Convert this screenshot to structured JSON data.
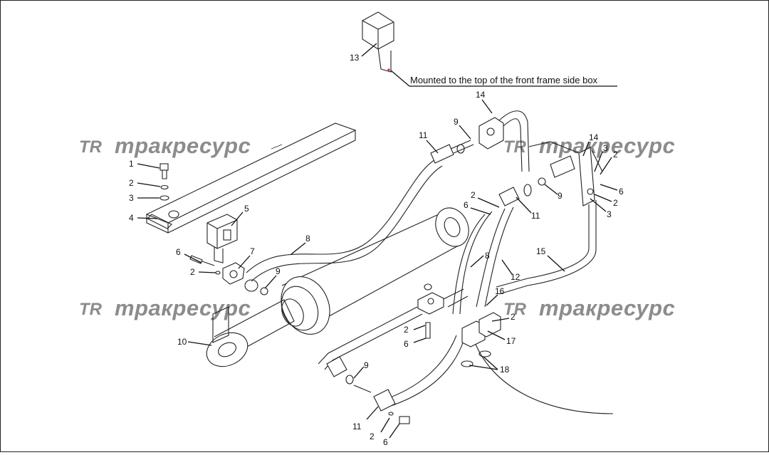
{
  "note": "Mounted to the top of the front frame side box",
  "watermark": {
    "logo": "TR",
    "text": "тракресурс"
  },
  "colors": {
    "line": "#222222",
    "watermark": "#8c8c8c",
    "background": "#ffffff"
  },
  "callouts": [
    {
      "id": "c1",
      "label": "1"
    },
    {
      "id": "c2a",
      "label": "2"
    },
    {
      "id": "c3a",
      "label": "3"
    },
    {
      "id": "c4",
      "label": "4"
    },
    {
      "id": "c5",
      "label": "5"
    },
    {
      "id": "c6a",
      "label": "6"
    },
    {
      "id": "c2b",
      "label": "2"
    },
    {
      "id": "c7",
      "label": "7"
    },
    {
      "id": "c8a",
      "label": "8"
    },
    {
      "id": "c9a",
      "label": "9"
    },
    {
      "id": "c10",
      "label": "10"
    },
    {
      "id": "c13",
      "label": "13"
    },
    {
      "id": "c14a",
      "label": "14"
    },
    {
      "id": "c9b",
      "label": "9"
    },
    {
      "id": "c11a",
      "label": "11"
    },
    {
      "id": "c14b",
      "label": "14"
    },
    {
      "id": "c3b",
      "label": "3"
    },
    {
      "id": "c2c",
      "label": "2"
    },
    {
      "id": "c6b",
      "label": "6"
    },
    {
      "id": "c2d",
      "label": "2"
    },
    {
      "id": "c3c",
      "label": "3"
    },
    {
      "id": "c9c",
      "label": "9"
    },
    {
      "id": "c2e",
      "label": "2"
    },
    {
      "id": "c6c",
      "label": "6"
    },
    {
      "id": "c11b",
      "label": "11"
    },
    {
      "id": "c8b",
      "label": "8"
    },
    {
      "id": "c12",
      "label": "12"
    },
    {
      "id": "c15",
      "label": "15"
    },
    {
      "id": "c16",
      "label": "16"
    },
    {
      "id": "c2f",
      "label": "2"
    },
    {
      "id": "c17",
      "label": "17"
    },
    {
      "id": "c18",
      "label": "18"
    },
    {
      "id": "c2g",
      "label": "2"
    },
    {
      "id": "c6d",
      "label": "6"
    },
    {
      "id": "c9d",
      "label": "9"
    },
    {
      "id": "c11c",
      "label": "11"
    },
    {
      "id": "c2h",
      "label": "2"
    },
    {
      "id": "c6e",
      "label": "6"
    }
  ]
}
